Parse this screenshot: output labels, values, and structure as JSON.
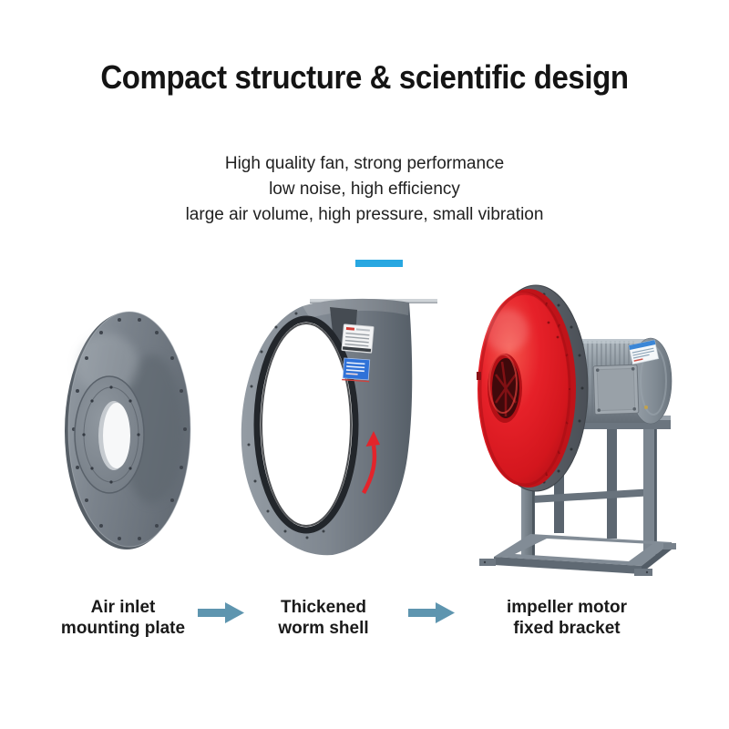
{
  "header": {
    "title": "Compact structure & scientific design",
    "subtitle_lines": [
      "High quality fan, strong performance",
      "low noise, high efficiency",
      "large air volume, high pressure, small vibration"
    ]
  },
  "steps": [
    {
      "label_line1": "Air inlet",
      "label_line2": "mounting plate",
      "figure": "air-inlet-mounting-plate"
    },
    {
      "label_line1": "Thickened",
      "label_line2": "worm shell",
      "figure": "thickened-worm-shell"
    },
    {
      "label_line1": "impeller motor",
      "label_line2": "fixed bracket",
      "figure": "impeller-motor-fixed-bracket"
    }
  ],
  "icons": {
    "step_arrow": "right-arrow-icon",
    "rotation_arrow": "rotation-direction-arrow-icon"
  },
  "colors": {
    "accent_bar": "#28a7e1",
    "step_arrow": "#5e95af",
    "impeller_red": "#e01b22",
    "rotation_arrow_red": "#e3242b",
    "steel_gray": "#7b838c",
    "title_text": "#141414"
  }
}
